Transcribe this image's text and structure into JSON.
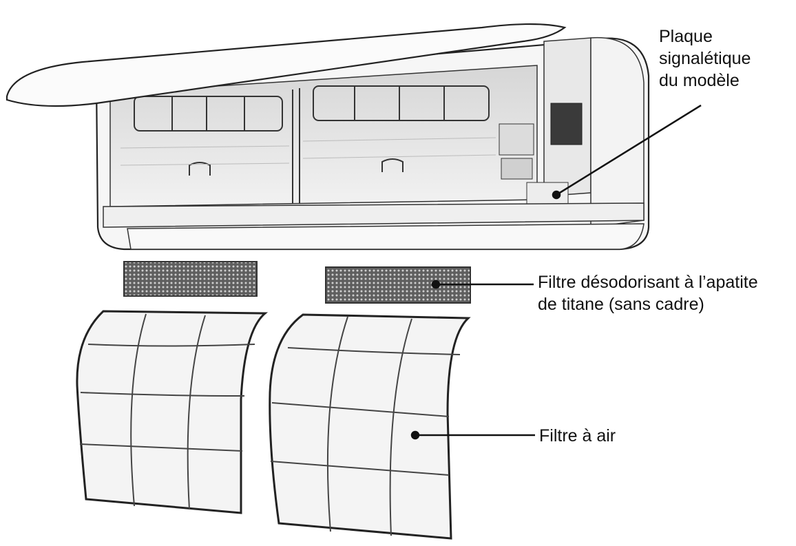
{
  "labels": {
    "model_plate": [
      "Plaque",
      "signalétique",
      "du modèle"
    ],
    "deodorizing_filter": [
      "Filtre désodorisant à l’apatite",
      "de titane (sans cadre)"
    ],
    "air_filter": [
      "Filtre à air"
    ]
  },
  "colors": {
    "outline": "#222222",
    "body_fill": "#f4f4f4",
    "inner_fill": "#e2e2e2",
    "mesh_fill": "#6f6f6f"
  }
}
